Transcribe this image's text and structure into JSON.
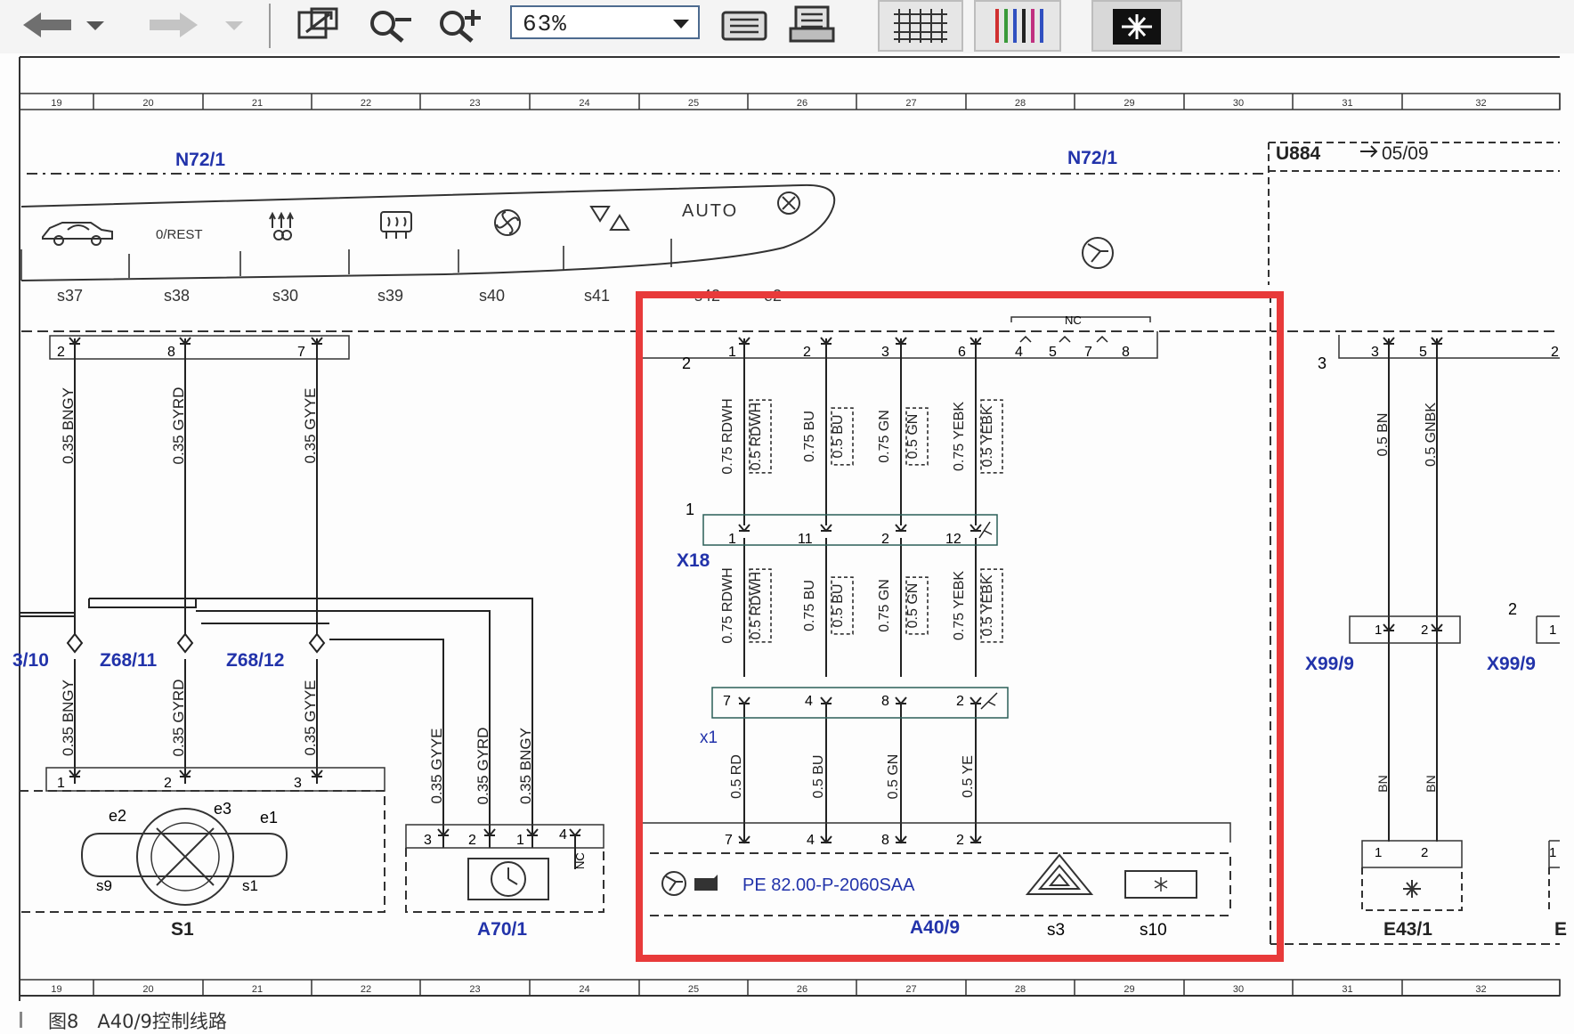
{
  "toolbar": {
    "zoom_value": "63%",
    "icons": [
      "back-arrow-icon",
      "dropdown-arrow-icon",
      "forward-arrow-icon",
      "dropdown-arrow-icon",
      "fit-page-icon",
      "zoom-out-icon",
      "zoom-in-icon",
      "page-view-icon",
      "print-icon",
      "grid-icon",
      "color-lines-icon",
      "highlight-component-icon"
    ]
  },
  "grid": {
    "columns": [
      "19",
      "20",
      "21",
      "22",
      "23",
      "24",
      "25",
      "26",
      "27",
      "28",
      "29",
      "30",
      "31",
      "32"
    ]
  },
  "panel": {
    "label_left": "N72/1",
    "label_right": "N72/1",
    "rest_label": "0/REST",
    "auto_label": "AUTO",
    "switches": [
      "s37",
      "s38",
      "s30",
      "s39",
      "s40",
      "s41",
      "s42",
      "e2"
    ]
  },
  "u_box": {
    "label": "U884",
    "date": "05/09"
  },
  "connectors": {
    "left_pins": [
      "2",
      "8",
      "7"
    ],
    "mid_group": "2",
    "mid_pins": [
      "1",
      "2",
      "3",
      "6",
      "4",
      "5",
      "7",
      "8"
    ],
    "nc_label": "NC",
    "right_group": "3",
    "right_pins": [
      "3",
      "5",
      "2"
    ],
    "x18_group": "1",
    "x18_label": "X18",
    "x18_pins": [
      "1",
      "11",
      "2",
      "12"
    ],
    "x1_label": "x1",
    "x1_pins": [
      "7",
      "4",
      "8",
      "2"
    ],
    "a40_pins": [
      "7",
      "4",
      "8",
      "2"
    ],
    "x99_left": "X99/9",
    "x99_right": "X99/9",
    "x99_group": "2",
    "x99_pins": [
      "1",
      "2"
    ],
    "x99_right_pin": "1",
    "e43_pins": [
      "1",
      "2"
    ],
    "e43_right_pin": "1",
    "s1_pins": [
      "1",
      "2",
      "3"
    ],
    "a70_pins": [
      "3",
      "2",
      "1",
      "4"
    ],
    "a70_nc": "NC"
  },
  "wires": {
    "left_top": [
      "0.35 BNGY",
      "0.35 GYRD",
      "0.35 GYYE"
    ],
    "left_bottom": [
      "0.35 BNGY",
      "0.35 GYRD",
      "0.35 GYYE"
    ],
    "a70_wires": [
      "0.35 GYYE",
      "0.35 GYRD",
      "0.35 BNGY"
    ],
    "mid_top": [
      "0.75 RDWH",
      "0.5 RDWH",
      "0.75 BU",
      "0.5 BU",
      "0.75 GN",
      "0.5 GN",
      "0.75 YEBK",
      "0.5 YEBK"
    ],
    "mid_middle": [
      "0.75 RDWH",
      "0.5 RDWH",
      "0.75 BU",
      "0.5 BU",
      "0.75 GN",
      "0.5 GN",
      "0.75 YEBK",
      "0.5 YEBK"
    ],
    "mid_bottom": [
      "0.5 RD",
      "0.5 BU",
      "0.5 GN",
      "0.5 YE"
    ],
    "right": [
      "0.5 BN",
      "0.5 GNBK"
    ],
    "right_lower": [
      "BN",
      "BN"
    ]
  },
  "splices": [
    "3/10",
    "Z68/11",
    "Z68/12"
  ],
  "components": {
    "s1": "S1",
    "s1_labels": [
      "e2",
      "e3",
      "e1",
      "s9",
      "s1"
    ],
    "a70": "A70/1",
    "a40": "A40/9",
    "a40_ref": "PE 82.00-P-2060SAA",
    "a40_switches": [
      "s3",
      "s10"
    ],
    "e43": "E43/1",
    "e_right": "E"
  },
  "caption": "图8　A40/9控制线路",
  "colors": {
    "highlight": "#e83a3a",
    "component_label": "#2233aa",
    "line": "#222222"
  }
}
